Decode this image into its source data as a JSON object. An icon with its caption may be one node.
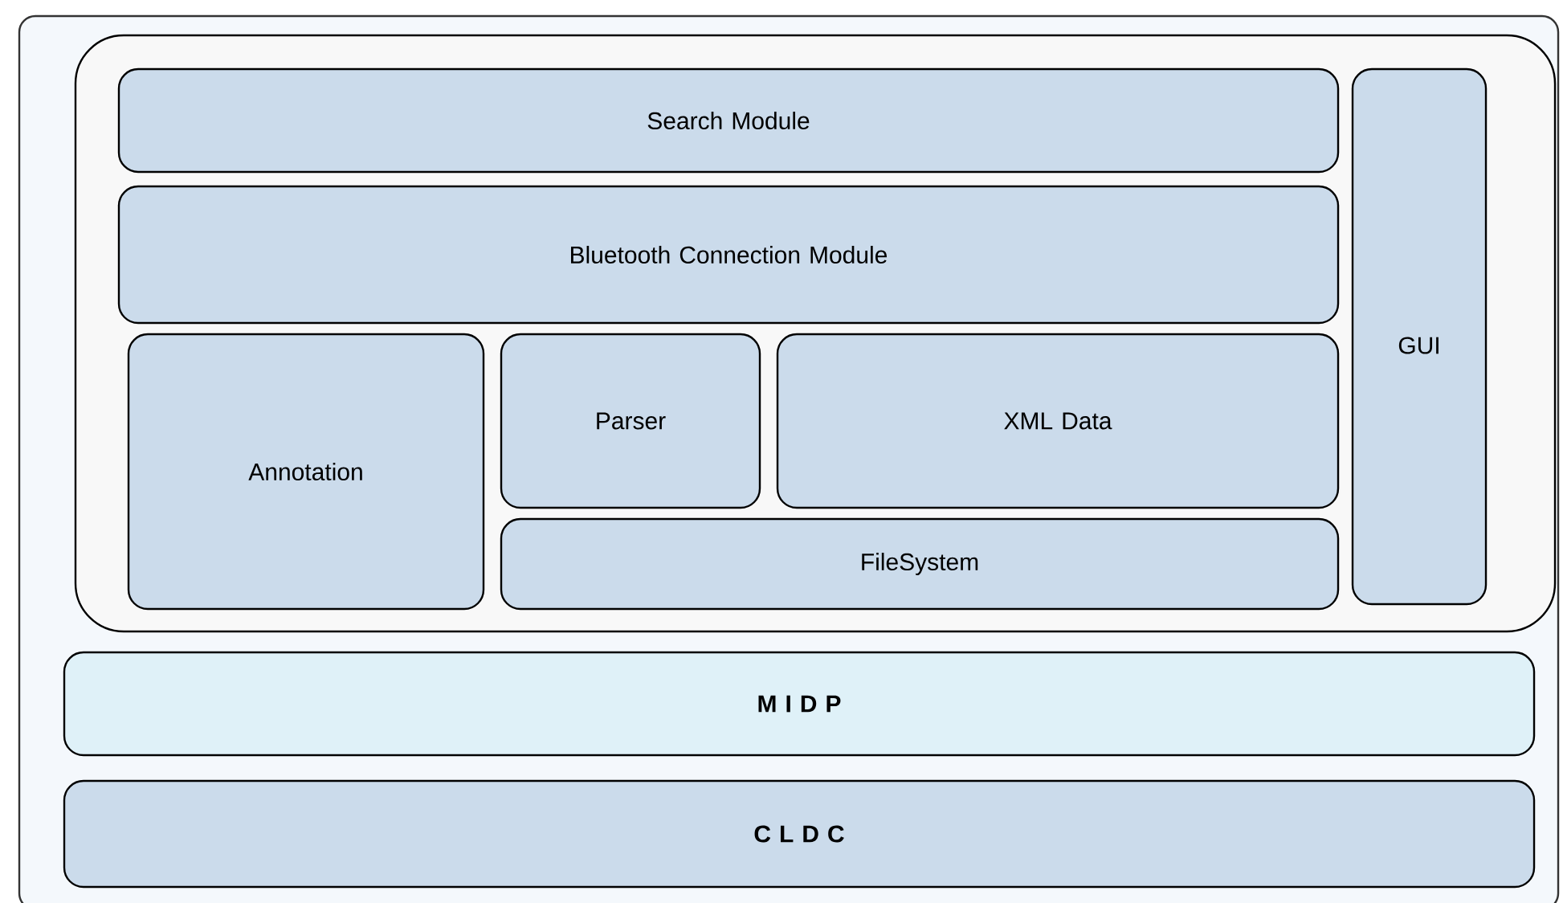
{
  "diagram": {
    "nodes": [
      {
        "text": [],
        "shape": "box"
      },
      {
        "text": [
          "Search Module"
        ],
        "in": 0
      },
      {
        "text": [
          "Bluetooth Connection Module"
        ],
        "in": 0
      },
      {
        "text": [
          "GUI"
        ],
        "in": 0
      },
      {
        "text": [
          "Annotation"
        ],
        "in": 0
      },
      {
        "text": [
          "Parser"
        ],
        "in": 0
      },
      {
        "text": [
          "XML Data"
        ],
        "in": 0
      },
      {
        "text": [
          "FileSystem"
        ],
        "in": 0
      },
      {
        "text": [
          "M I D P"
        ]
      },
      {
        "text": [
          "C L D C"
        ]
      }
    ]
  }
}
